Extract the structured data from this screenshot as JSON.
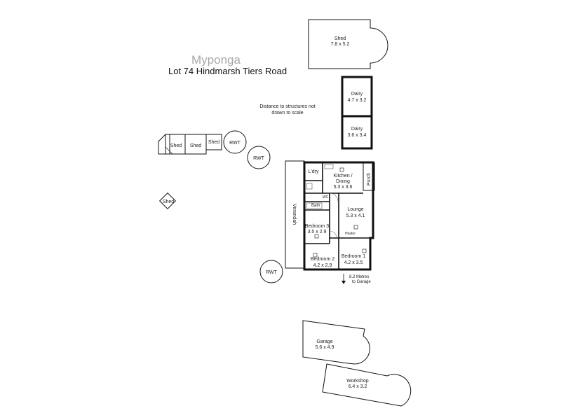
{
  "header": {
    "suburb": "Myponga",
    "address": "Lot 74 Hindmarsh Tiers Road"
  },
  "note": "Distance to structures not drawn to scale",
  "structures": {
    "shed_top": {
      "name": "Shed",
      "size": "7.8 x 5.2"
    },
    "dairy_1": {
      "name": "Dairy",
      "size": "4.7 x 3.2"
    },
    "dairy_2": {
      "name": "Dairy",
      "size": "3.6 x 3.4"
    },
    "shed_row": [
      "Shed",
      "Shed",
      "Shed"
    ],
    "rwt": [
      "RWT",
      "RWT",
      "RWT"
    ],
    "shed_small": "Shed",
    "garage": {
      "name": "Garage",
      "size": "5.6 x 4.9"
    },
    "workshop": {
      "name": "Workshop",
      "size": "6.4 x 3.2"
    }
  },
  "house": {
    "verandah": "Verandah",
    "laundry": "L'dry",
    "kitchen": {
      "name": "Kitchen /",
      "name2": "Dining",
      "size": "5.3 x 3.6"
    },
    "porch": "Porch",
    "wc": "WC",
    "bath": "Bath",
    "lounge": {
      "name": "Lounge",
      "size": "5.3 x 4.1"
    },
    "heater": "Heater",
    "bedroom3": {
      "name": "Bedroom 3",
      "size": "3.5 x 2.9"
    },
    "bedroom2": {
      "name": "Bedroom 2",
      "size": "4.2 x 2.9"
    },
    "bedroom1": {
      "name": "Bedroom 1",
      "size": "4.2 x 3.5"
    },
    "garage_distance": {
      "line1": "8.2 Metres",
      "line2": "to Garage"
    }
  }
}
